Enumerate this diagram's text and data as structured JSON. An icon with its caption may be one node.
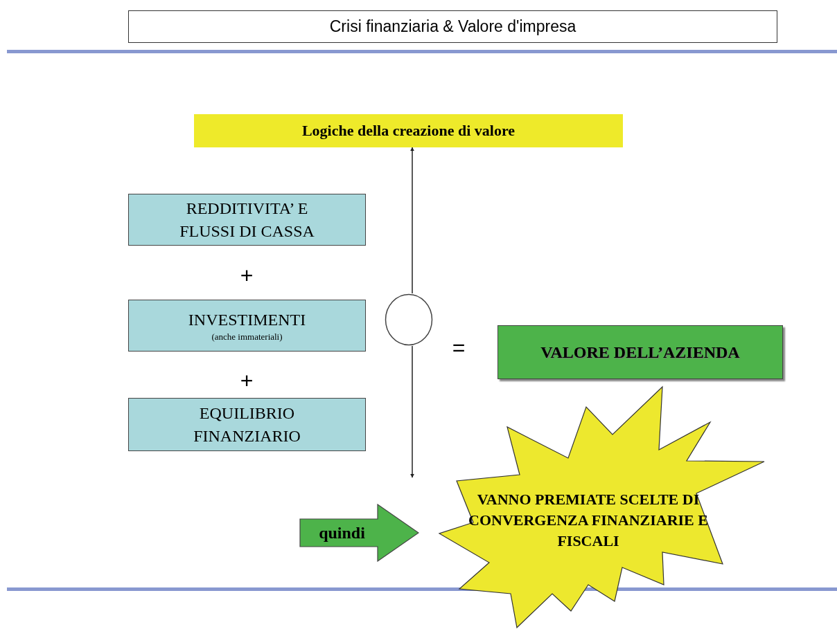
{
  "diagram": {
    "title": "Crisi finanziaria & Valore d'impresa",
    "nodes": [
      {
        "text": [
          "Logiche della creazione di valore"
        ]
      },
      {
        "text": [
          "REDDITIVITA’ E FLUSSI DI CASSA"
        ]
      },
      {
        "text": [
          "INVESTIMENTI",
          "(anche immateriali)"
        ]
      },
      {
        "text": [
          "EQUILIBRIO FINANZIARIO"
        ]
      },
      {
        "text": [],
        "shape": "circle"
      },
      {
        "text": [
          "VALORE DELL’AZIENDA"
        ]
      },
      {
        "text": [
          "quindi"
        ]
      },
      {
        "text": [
          "VANNO PREMIATE SCELTE DI CONVERGENZA FINANZIARIE E FISCALI"
        ]
      }
    ],
    "edges": [
      {
        "from": 4,
        "to": 0,
        "arrow": "to"
      },
      {
        "from": 4,
        "to": null,
        "arrow": "to"
      }
    ],
    "labels": [
      "+",
      "+",
      "="
    ]
  }
}
